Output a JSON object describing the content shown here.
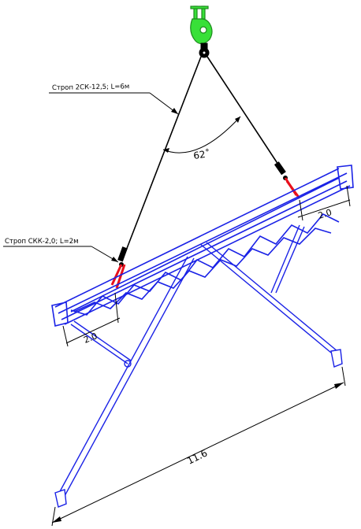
{
  "sling_upper_label": "Строп 2СК-12,5; L=6м",
  "sling_lower_label": "Строп СКК-2,0; L=2м",
  "angle_label": "62˚",
  "dim_right": "2.0",
  "dim_left": "2.0",
  "dim_bottom": "11.6",
  "colors": {
    "truss": "#1a22e6",
    "sling": "#000000",
    "strap": "#e8101c",
    "hook": "#31d431"
  }
}
